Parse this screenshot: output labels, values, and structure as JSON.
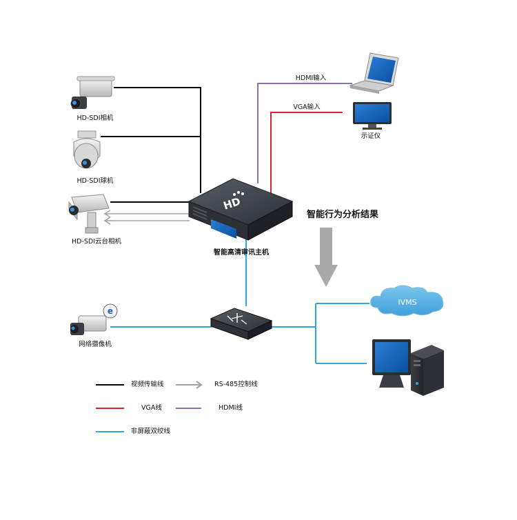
{
  "devices": {
    "hd_sdi_camera": "HD-SDI相机",
    "hd_sdi_dome": "HD-SDI球机",
    "hd_sdi_ptz": "HD-SDI云台相机",
    "network_camera": "网络摄像机",
    "host": "智能高清审讯主机",
    "monitor": "示证仪",
    "ivms": "IVMS",
    "hd_logo": "HD"
  },
  "links": {
    "hdmi_in": "HDMI输入",
    "vga_in": "VGA输入",
    "analysis_result": "智能行为分析结果"
  },
  "legend": [
    {
      "label": "视频传输线",
      "color": "#000000",
      "style": "solid"
    },
    {
      "label": "RS-485控制线",
      "color": "#a0a0a0",
      "style": "arrow"
    },
    {
      "label": "VGA线",
      "color": "#e0202a",
      "style": "solid"
    },
    {
      "label": "HDMI线",
      "color": "#8a70a8",
      "style": "solid"
    },
    {
      "label": "非屏蔽双绞线",
      "color": "#2aa8e0",
      "style": "solid"
    }
  ],
  "colors": {
    "video": "#000000",
    "rs485": "#a0a0a0",
    "vga": "#e0202a",
    "hdmi": "#8a70a8",
    "utp": "#2aa8e0"
  }
}
